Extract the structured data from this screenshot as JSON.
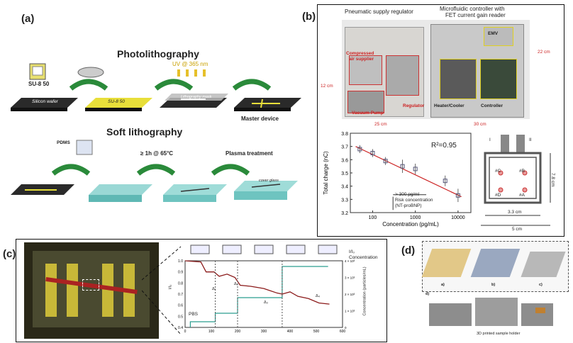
{
  "panel_a": {
    "label": "(a)",
    "photolithography": "Photolithography",
    "soft_lithography": "Soft lithography",
    "su8_label": "SU-8 50",
    "silicon_wafer": "Silicon wafer",
    "su8_layer": "SU-8 50",
    "uv": "UV @ 365 nm",
    "mask": "Lithography mask",
    "master_device": "Master device",
    "pdms": "PDMS",
    "cure": "≥ 1h @ 65°C",
    "plasma": "Plasma treatment",
    "cover_glass": "cover glass"
  },
  "panel_b": {
    "label": "(b)",
    "pneumatic": "Pneumatic supply regulator",
    "microfluidic": "Microfluidic controller with",
    "fet": "FET current gain reader",
    "emv": "EMV",
    "compressed": "Compressed",
    "air_supplier": "air supplier",
    "regulator": "Regulator",
    "vacuum": "Vacuum Pump",
    "heater": "Heater/Cooler",
    "controller": "Controller",
    "dim_12": "12 cm",
    "dim_22": "22 cm",
    "dim_25": "25 cm",
    "dim_30": "30 cm",
    "r2": "R²=0.95",
    "risk1": "> 300 pg/ml",
    "risk2": "Risk concentration",
    "risk3": "(NT-proBNP)",
    "chip_I": "I",
    "chip_II": "II",
    "chip_C": "#C",
    "chip_B": "#B",
    "chip_D": "#D",
    "chip_A": "#A",
    "dim_78": "7.8 cm",
    "dim_33": "3.3 cm",
    "dim_5": "5 cm"
  },
  "panel_c": {
    "label": "(c)",
    "pbs": "PBS",
    "legend_norm": "I/I₀",
    "legend_conc": "Concentration",
    "delta1": "Δ₁",
    "delta2": "Δ₂",
    "delta3": "Δ₃",
    "delta4": "Δ₄",
    "ylabel_left": "I/I₀",
    "ylabel_right": "Concentration (particles/mL)"
  },
  "panel_d": {
    "label": "(d)",
    "sub_a": "a)",
    "sub_b": "b)",
    "sub_c": "c)",
    "sub_d": "d)",
    "holder": "3D printed sample holder"
  },
  "chart_data": {
    "type": "scatter",
    "xlabel": "Concentration (pg/mL)",
    "ylabel": "Total charge (nC)",
    "xscale": "log",
    "xlim": [
      30,
      20000
    ],
    "ylim": [
      3.2,
      3.8
    ],
    "x_ticks": [
      "100",
      "1000",
      "10000"
    ],
    "y_ticks": [
      "3.2",
      "3.3",
      "3.4",
      "3.5",
      "3.6",
      "3.7",
      "3.8"
    ],
    "x": [
      50,
      100,
      200,
      500,
      1000,
      5000,
      10000
    ],
    "y": [
      3.68,
      3.65,
      3.59,
      3.55,
      3.53,
      3.44,
      3.33
    ],
    "err": [
      0.03,
      0.03,
      0.03,
      0.05,
      0.04,
      0.04,
      0.05
    ],
    "fit": {
      "x": [
        40,
        12000
      ],
      "y": [
        3.7,
        3.32
      ]
    },
    "colors": {
      "marker": "#555577",
      "fit": "#cc2222"
    }
  },
  "chart_c": {
    "y_ticks": [
      "0.4",
      "0.5",
      "0.6",
      "0.7",
      "0.8",
      "0.9",
      "1.0"
    ],
    "x_ticks": [
      "0",
      "100",
      "200",
      "300",
      "400",
      "500",
      "600"
    ],
    "y2_ticks": [
      "0",
      "1 × 10³",
      "2 × 10³",
      "3 × 10³",
      "4 × 10³"
    ]
  }
}
